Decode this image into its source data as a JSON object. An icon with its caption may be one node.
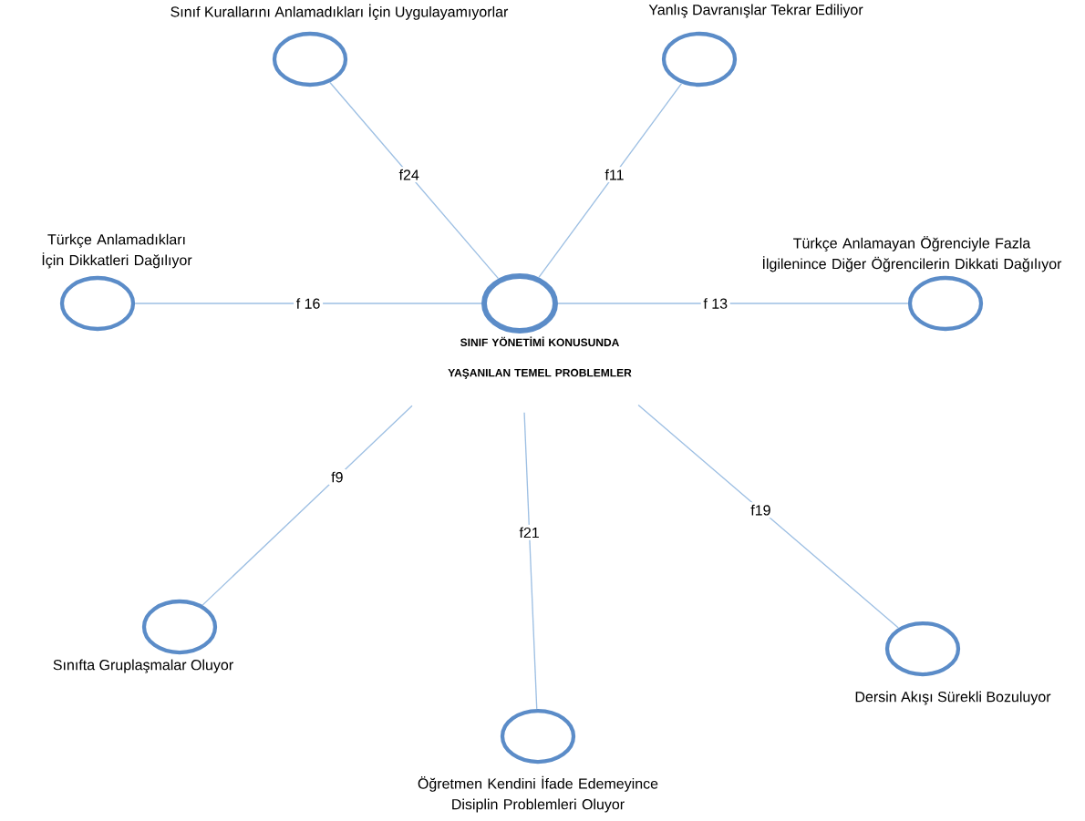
{
  "diagram": {
    "nodes": [
      {
        "text": [
          "SINIF YÖNETİMİ KONUSUNDA YAŞANILAN TEMEL PROBLEMLER"
        ]
      },
      {
        "text": [
          "Sınıf Kurallarını Anlamadıkları İçin Uygulayamıyorlar"
        ]
      },
      {
        "text": [
          "Yanlış Davranışlar Tekrar Ediliyor"
        ]
      },
      {
        "text": [
          "Türkçe Anlamadıkları İçin Dikkatleri Dağılıyor"
        ]
      },
      {
        "text": [
          "Türkçe Anlamayan Öğrenciyle Fazla İlgilenince Diğer Öğrencilerin Dikkati Dağılıyor"
        ]
      },
      {
        "text": [
          "Sınıfta Gruplaşmalar Oluyor"
        ]
      },
      {
        "text": [
          "Öğretmen Kendini İfade Edemeyince Disiplin Problemleri Oluyor"
        ]
      },
      {
        "text": [
          "Dersin Akışı Sürekli Bozuluyor"
        ]
      }
    ],
    "edges": [
      {
        "from": 0,
        "to": 1,
        "arrow": "none",
        "label": "f24"
      },
      {
        "from": 0,
        "to": 2,
        "arrow": "none",
        "label": "f11"
      },
      {
        "from": 0,
        "to": 3,
        "arrow": "none",
        "label": "f 16"
      },
      {
        "from": 0,
        "to": 4,
        "arrow": "none",
        "label": "f 13"
      },
      {
        "from": 0,
        "to": 5,
        "arrow": "none",
        "label": "f9"
      },
      {
        "from": 0,
        "to": 6,
        "arrow": "none",
        "label": "f21"
      },
      {
        "from": 0,
        "to": 7,
        "arrow": "none",
        "label": "f19"
      }
    ]
  }
}
